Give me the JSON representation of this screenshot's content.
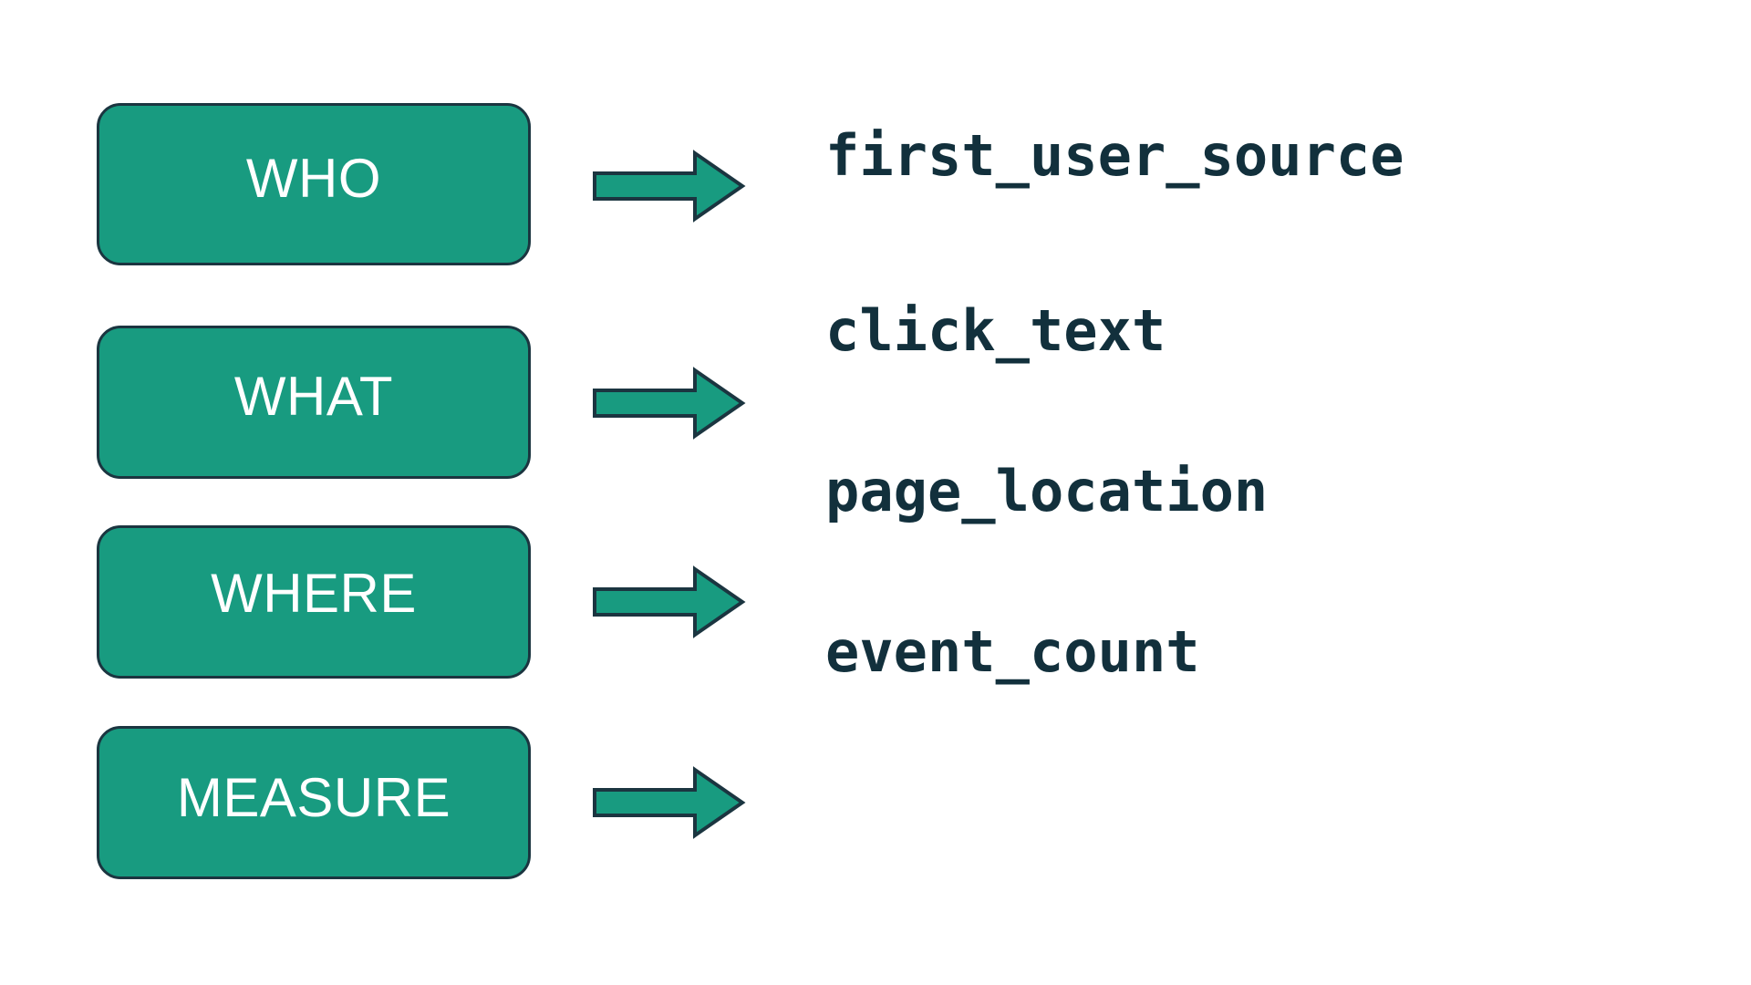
{
  "diagram": {
    "title_visible": false,
    "background_color": "#ffffff",
    "box_fill_color": "#189b80",
    "box_border_color": "#1b3540",
    "box_label_color": "#ffffff",
    "arrow_fill_color": "#189b80",
    "arrow_border_color": "#1b3540",
    "field_text_color": "#12303c",
    "rows": [
      {
        "concept": "WHO",
        "field": "first_user_source",
        "arrow": "right-arrow-icon"
      },
      {
        "concept": "WHAT",
        "field": "click_text",
        "arrow": "right-arrow-icon"
      },
      {
        "concept": "WHERE",
        "field": "page_location",
        "arrow": "right-arrow-icon"
      },
      {
        "concept": "MEASURE",
        "field": "event_count",
        "arrow": "right-arrow-icon"
      }
    ]
  }
}
